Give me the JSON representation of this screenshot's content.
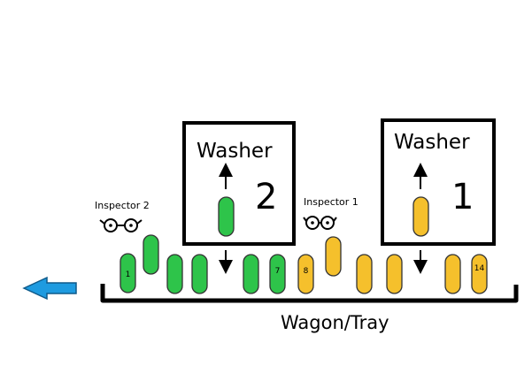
{
  "washers": [
    {
      "word": "Washer",
      "number": "1"
    },
    {
      "word": "Washer",
      "number": "2"
    }
  ],
  "inspectors": [
    {
      "label": "Inspector 1"
    },
    {
      "label": "Inspector 2"
    }
  ],
  "tray_label": "Wagon/Tray",
  "capsule_numbers": {
    "first": "1",
    "seventh": "7",
    "eighth": "8",
    "fourteenth": "14"
  },
  "colors": {
    "inspected": "#2ec44a",
    "uninspected": "#f5c02c",
    "direction_arrow": "#1e9be0",
    "outline": "#000000"
  },
  "icons": [
    "direction-arrow-icon",
    "glasses-icon"
  ]
}
